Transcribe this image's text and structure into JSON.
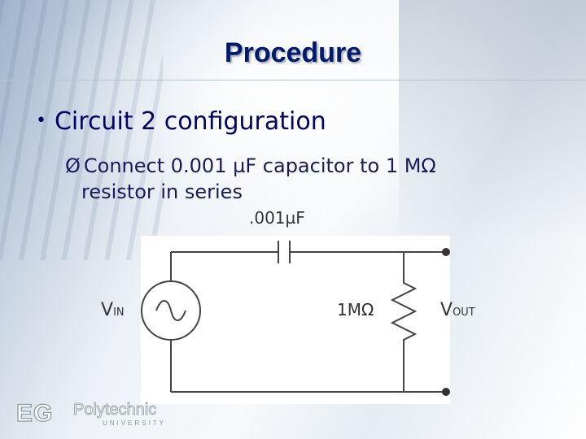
{
  "slide": {
    "title": "Procedure",
    "bullet": "Circuit 2 configuration",
    "sub_arrow": "Ø",
    "sub_line1": "Connect 0.001 µF capacitor to 1 MΩ",
    "sub_line2": "resistor in series"
  },
  "circuit": {
    "capacitor_label": ".001µF",
    "resistor_label": "1MΩ",
    "vin_label": "V",
    "vin_sub": "IN",
    "vout_label": "V",
    "vout_sub": "OUT"
  },
  "logo": {
    "mark": "EG",
    "name": "Polytechnic",
    "tagline": "UNIVERSITY"
  },
  "colors": {
    "title": "#001a6e",
    "text": "#1a1a5a"
  }
}
